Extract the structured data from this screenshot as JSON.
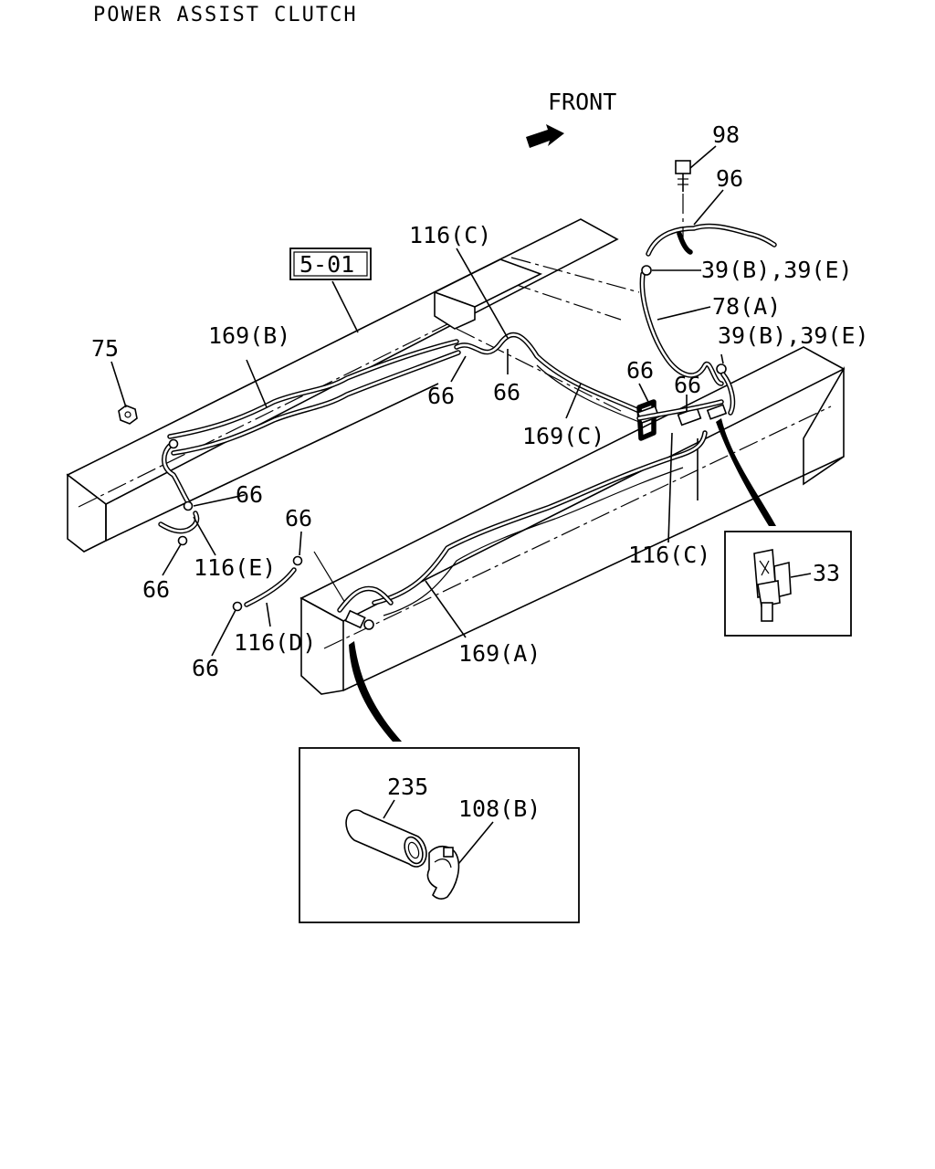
{
  "title": "POWER ASSIST CLUTCH",
  "direction_label": "FRONT",
  "reference_box": "5-01",
  "callouts": {
    "p98": "98",
    "p96": "96",
    "p39_top": "39(B),39(E)",
    "p78a": "78(A)",
    "p39_mid": "39(B),39(E)",
    "p116c_top": "116(C)",
    "p169b": "169(B)",
    "p75": "75",
    "p66_a": "66",
    "p66_b": "66",
    "p66_c": "66",
    "p66_d": "66",
    "p169c": "169(C)",
    "p66_e": "66",
    "p116e": "116(E)",
    "p66_f": "66",
    "p66_g": "66",
    "p116d": "116(D)",
    "p66_h": "66",
    "p169a": "169(A)",
    "p116c_bot": "116(C)",
    "p33": "33",
    "p235": "235",
    "p108b": "108(B)"
  },
  "icons": [
    "front-arrow-icon"
  ]
}
